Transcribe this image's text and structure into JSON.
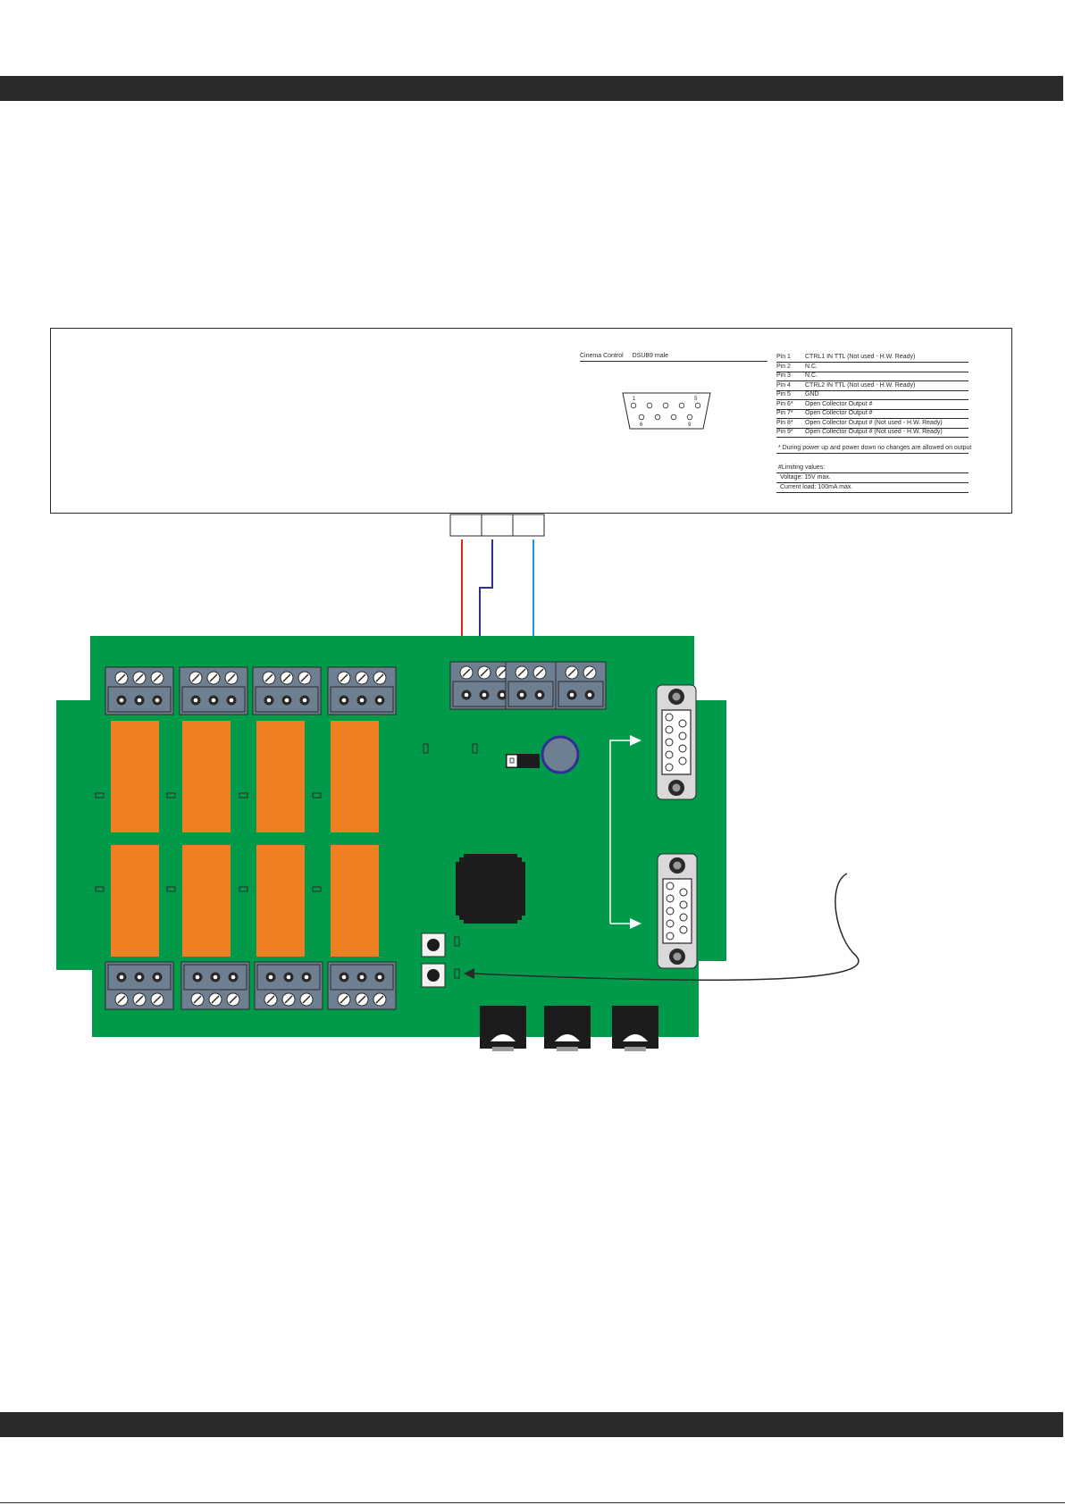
{
  "connector": {
    "name": "Cinema Control",
    "type": "DSUB9 male",
    "pin_top_left": "1",
    "pin_top_right": "5",
    "pin_bottom_left": "6",
    "pin_bottom_right": "9"
  },
  "pins": [
    {
      "pin": "Pin 1",
      "desc": "CTRL1 IN TTL (Not used - H.W. Ready)"
    },
    {
      "pin": "Pin 2",
      "desc": "N.C."
    },
    {
      "pin": "Pin 3",
      "desc": "N.C."
    },
    {
      "pin": "Pin 4",
      "desc": "CTRL2 IN TTL (Not used - H.W. Ready)"
    },
    {
      "pin": "Pin 5",
      "desc": "GND"
    },
    {
      "pin": "Pin 6*",
      "desc": "Open Collector Output #"
    },
    {
      "pin": "Pin 7*",
      "desc": "Open Collector Output #"
    },
    {
      "pin": "Pin 8*",
      "desc": "Open Collector Output # (Not used - H.W. Ready)"
    },
    {
      "pin": "Pin 9*",
      "desc": "Open Collector Output # (Not used - H.W. Ready)"
    }
  ],
  "notes": {
    "power_note": "* During power up and power down no changes are allowed on output",
    "limiting_title": "#Limiting values:",
    "voltage": "Voltage: 15V max.",
    "current": "Current load: 100mA max."
  },
  "colors": {
    "band": "#2b2a28",
    "pcb": "#009a4a",
    "relay": "#ee7f22",
    "terminal": "#6f7f92",
    "wire_red": "#e2231a",
    "wire_navy": "#2e3192",
    "wire_blue": "#1a9ad9",
    "dsub_body": "#d9d9d9"
  }
}
